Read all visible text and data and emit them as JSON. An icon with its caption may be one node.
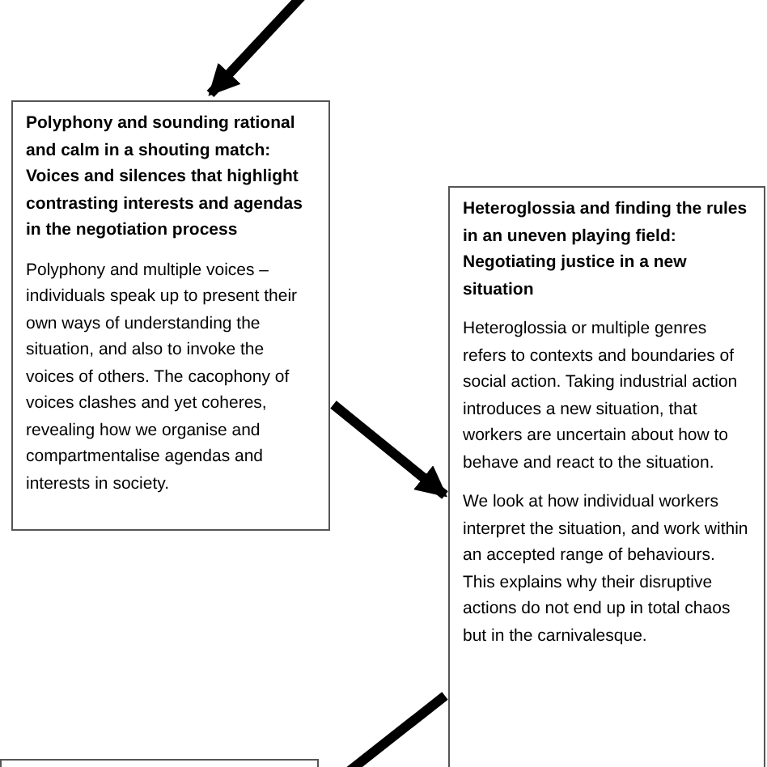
{
  "diagram": {
    "nodes": [
      {
        "text": [
          "Polyphony and sounding rational and calm in a shouting match: Voices and silences that highlight contrasting interests and agendas in the negotiation process",
          "Polyphony and multiple voices – individuals speak up to present their own ways of understanding the situation, and also to invoke the voices of others. The cacophony of voices clashes and yet coheres, revealing how we organise and compartmentalise agendas and interests in society."
        ]
      },
      {
        "text": [
          "Heteroglossia and finding the rules in an uneven playing field: Negotiating justice in a new situation",
          "Heteroglossia or multiple genres refers to contexts and boundaries of social action. Taking industrial action introduces a new situation, that workers are uncertain about how to behave and react to the situation.",
          "We look at how individual workers interpret the situation, and work within an accepted range of behaviours. This explains why their disruptive actions do not end up in total chaos but in the carnivalesque."
        ]
      },
      {
        "text": [],
        "shape": "box"
      }
    ],
    "edges": [
      {
        "from": null,
        "to": 0,
        "arrow": "to"
      },
      {
        "from": 0,
        "to": 1,
        "arrow": "to"
      },
      {
        "from": 1,
        "to": null,
        "arrow": "none"
      }
    ]
  }
}
